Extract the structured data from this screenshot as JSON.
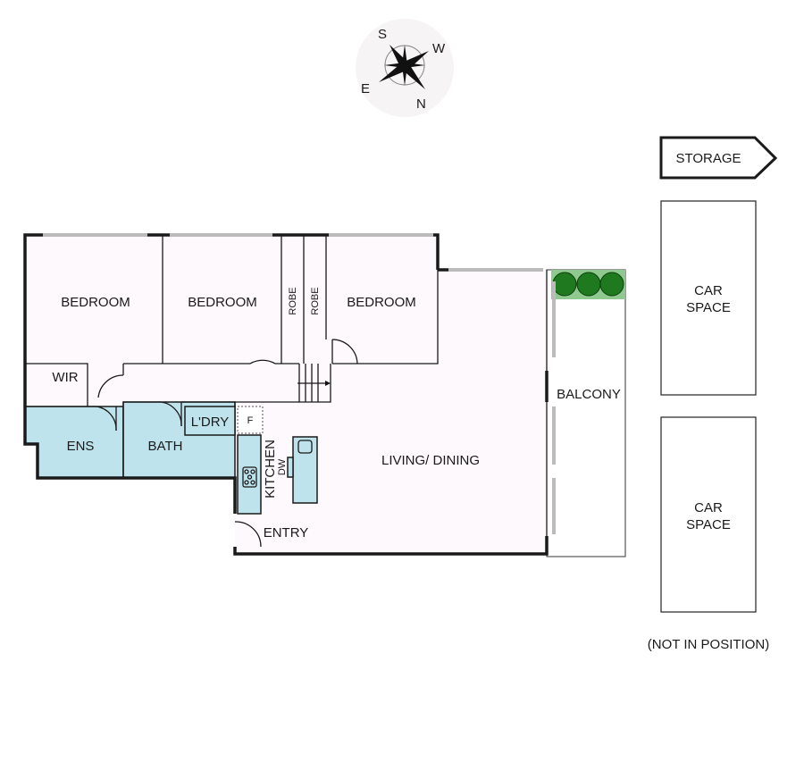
{
  "compass": {
    "s": "S",
    "w": "W",
    "e": "E",
    "n": "N"
  },
  "rooms": {
    "bedroom1": "BEDROOM",
    "bedroom2": "BEDROOM",
    "bedroom3": "BEDROOM",
    "robe1": "ROBE",
    "robe2": "ROBE",
    "wir": "WIR",
    "ens": "ENS",
    "bath": "BATH",
    "laundry": "L'DRY",
    "fridge": "F",
    "kitchen": "KITCHEN",
    "dishwasher": "DW",
    "living": "LIVING/ DINING",
    "entry": "ENTRY",
    "balcony": "BALCONY"
  },
  "outbuildings": {
    "storage": "STORAGE",
    "car1_line1": "CAR",
    "car1_line2": "SPACE",
    "car2_line1": "CAR",
    "car2_line2": "SPACE",
    "note": "(NOT IN POSITION)"
  },
  "colors": {
    "wet_area": "#bfe3ec",
    "floor": "#fdf9fc",
    "plants": "#2e8b2e"
  }
}
